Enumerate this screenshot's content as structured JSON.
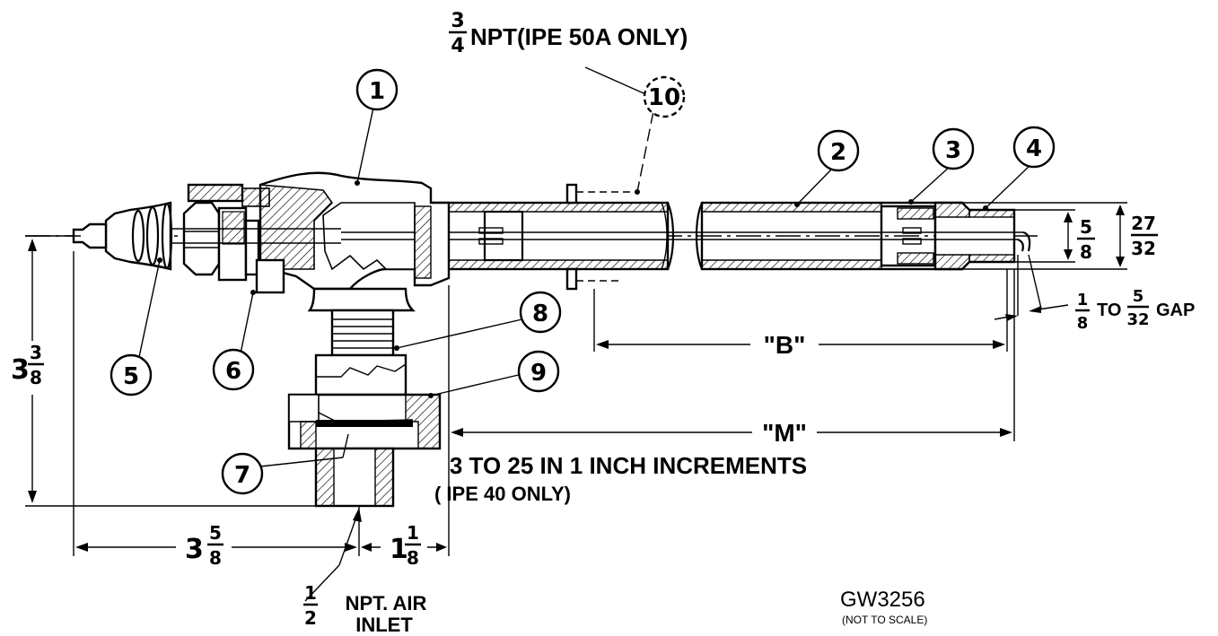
{
  "callouts": [
    "1",
    "2",
    "3",
    "4",
    "5",
    "6",
    "7",
    "8",
    "9",
    "10"
  ],
  "notes": {
    "top_fraction_num": "3",
    "top_fraction_den": "4",
    "top_text": "NPT(IPE 50A ONLY)",
    "m_label": "\"M\"",
    "m_line1": "3 TO 25 IN 1 INCH INCREMENTS",
    "m_line2": "( IPE 40 ONLY)",
    "b_label": "\"B\"",
    "gap_num1": "1",
    "gap_den1": "8",
    "gap_to": "TO",
    "gap_num2": "5",
    "gap_den2": "32",
    "gap_word": "GAP",
    "inlet_num": "1",
    "inlet_den": "2",
    "inlet_line1": "NPT. AIR",
    "inlet_line2": "INLET",
    "drawing_id": "GW3256",
    "scale_note": "(NOT TO SCALE)"
  },
  "dimensions": {
    "height_whole": "3",
    "height_num": "3",
    "height_den": "8",
    "left_whole": "3",
    "left_num": "5",
    "left_den": "8",
    "right_whole": "1",
    "right_num": "1",
    "right_den": "8",
    "d1_num": "5",
    "d1_den": "8",
    "d2_num": "27",
    "d2_den": "32"
  }
}
